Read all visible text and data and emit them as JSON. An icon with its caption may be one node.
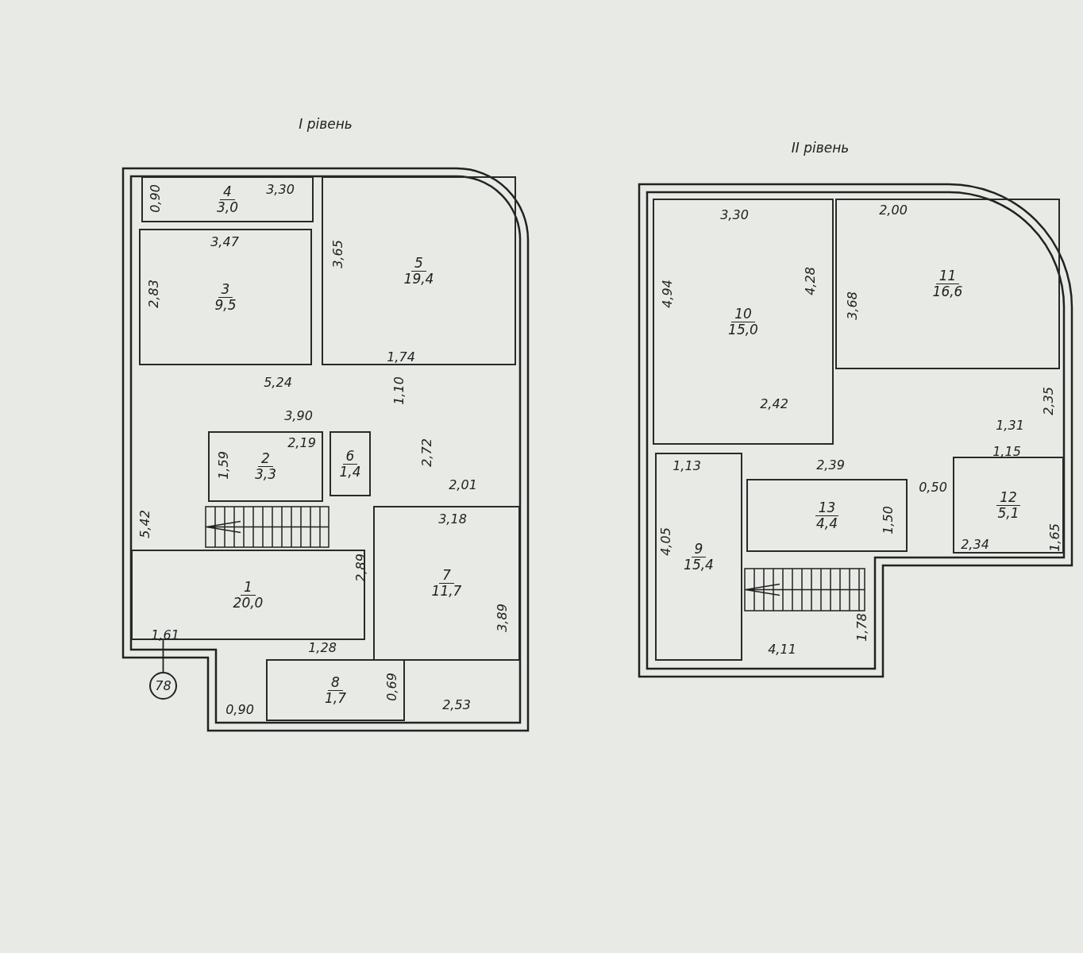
{
  "diagram": {
    "nodes": [
      {
        "text": [
          "I рівень"
        ]
      },
      {
        "text": [
          "4",
          "3,0"
        ],
        "in": 0
      },
      {
        "text": [
          "3",
          "9,5"
        ],
        "in": 0
      },
      {
        "text": [
          "5",
          "19,4"
        ],
        "in": 0
      },
      {
        "text": [
          "2",
          "3,3"
        ],
        "in": 0
      },
      {
        "text": [
          "6",
          "1,4"
        ],
        "in": 0
      },
      {
        "text": [
          "1",
          "20,0"
        ],
        "in": 0
      },
      {
        "text": [
          "7",
          "11,7"
        ],
        "in": 0
      },
      {
        "text": [
          "8",
          "1,7"
        ],
        "in": 0
      },
      {
        "text": [
          "78"
        ]
      },
      {
        "text": [
          "II рівень"
        ]
      },
      {
        "text": [
          "10",
          "15,0"
        ],
        "in": 10
      },
      {
        "text": [
          "11",
          "16,6"
        ],
        "in": 10
      },
      {
        "text": [
          "13",
          "4,4"
        ],
        "in": 10
      },
      {
        "text": [
          "12",
          "5,1"
        ],
        "in": 10
      },
      {
        "text": [
          "9",
          "15,4"
        ],
        "in": 10
      }
    ],
    "edges": [
      {
        "from": 9,
        "to": 6,
        "arrow": "none"
      }
    ],
    "labels": [
      "0,90",
      "3,30",
      "3,47",
      "3,65",
      "2,83",
      "1,74",
      "5,24",
      "1,10",
      "3,90",
      "2,19",
      "2,72",
      "1,59",
      "2,01",
      "3,18",
      "5,42",
      "2,89",
      "3,89",
      "1,61",
      "1,28",
      "0,69",
      "0,90",
      "2,53",
      "3,30",
      "2,00",
      "4,94",
      "4,28",
      "3,68",
      "2,35",
      "2,42",
      "1,31",
      "1,13",
      "2,39",
      "1,15",
      "0,50",
      "1,50",
      "4,05",
      "2,34",
      "1,65",
      "1,78",
      "4,11"
    ]
  }
}
